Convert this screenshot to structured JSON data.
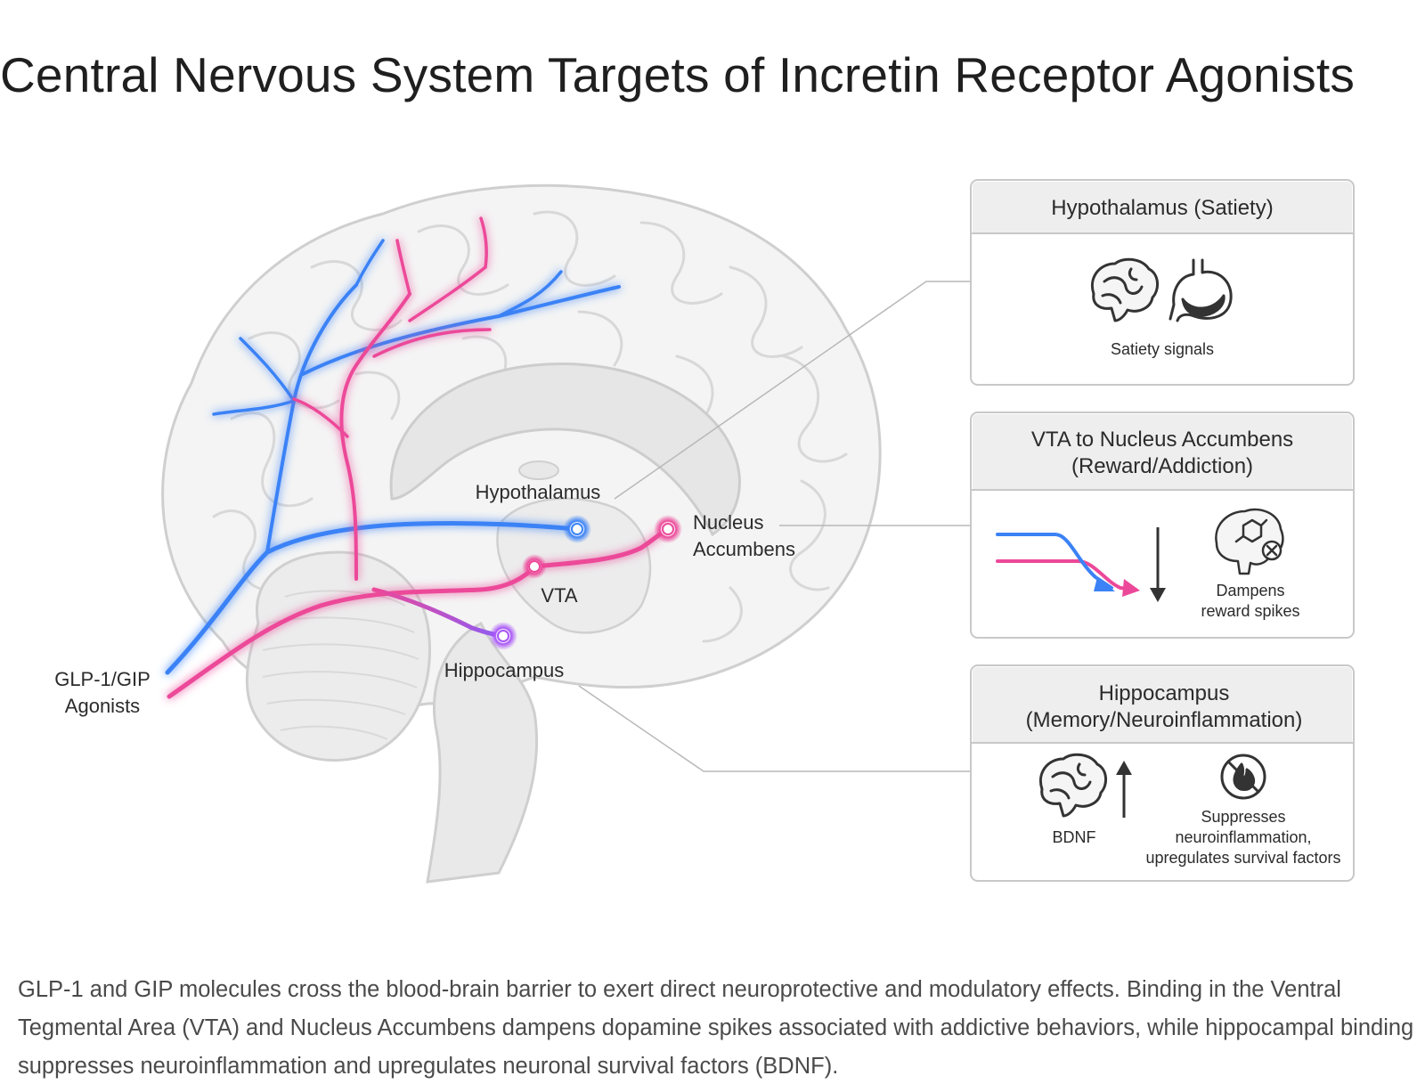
{
  "title": "Central Nervous System Targets of Incretin Receptor Agonists",
  "labels": {
    "agonists_line1": "GLP-1/GIP",
    "agonists_line2": "Agonists",
    "hypothalamus": "Hypothalamus",
    "nucleus_line1": "Nucleus",
    "nucleus_line2": "Accumbens",
    "vta": "VTA",
    "hippocampus": "Hippocampus"
  },
  "panels": {
    "hypothalamus": {
      "title": "Hypothalamus (Satiety)",
      "caption": "Satiety signals",
      "icons": [
        "brain-icon",
        "stomach-icon"
      ]
    },
    "vta": {
      "title_line1": "VTA to Nucleus Accumbens",
      "title_line2": "(Reward/Addiction)",
      "caption_line1": "Dampens",
      "caption_line2": "reward spikes",
      "icons": [
        "converging-arrows-icon",
        "down-arrow-icon",
        "brain-dopamine-blocked-icon"
      ]
    },
    "hippocampus": {
      "title_line1": "Hippocampus",
      "title_line2": "(Memory/Neuroinflammation)",
      "bdnf": "BDNF",
      "effect_line1": "Suppresses",
      "effect_line2": "neuroinflammation,",
      "effect_line3": "upregulates survival factors",
      "icons": [
        "brain-icon",
        "up-arrow-icon",
        "no-fire-icon"
      ]
    }
  },
  "caption": "GLP-1 and GIP molecules cross the blood-brain barrier to exert direct neuroprotective and modulatory effects. Binding in the Ventral Tegmental Area (VTA) and Nucleus Accumbens dampens dopamine spikes associated with addictive behaviors, while hippocampal binding suppresses neuroinflammation and upregulates neuronal survival factors (BDNF).",
  "colors": {
    "glp1_pathway": "#3b82f6",
    "gip_pathway": "#ec4899",
    "panel_header": "#eeeeee",
    "panel_border": "#c8c8c8",
    "brain_outline": "#cfcfcf"
  }
}
